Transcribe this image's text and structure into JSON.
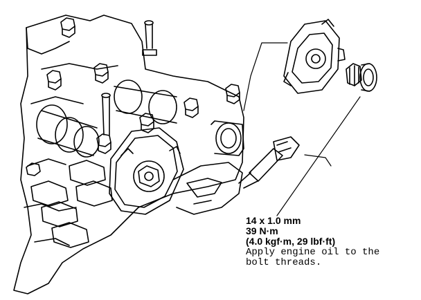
{
  "callout": {
    "size": "14 x 1.0 mm",
    "torque_nm": "39 N·m",
    "torque_alt": "(4.0 kgf·m, 29 lbf·ft)",
    "note_line1": "Apply engine oil to the",
    "note_line2": "bolt threads."
  },
  "colors": {
    "ink": "#000000",
    "paper": "#ffffff"
  }
}
